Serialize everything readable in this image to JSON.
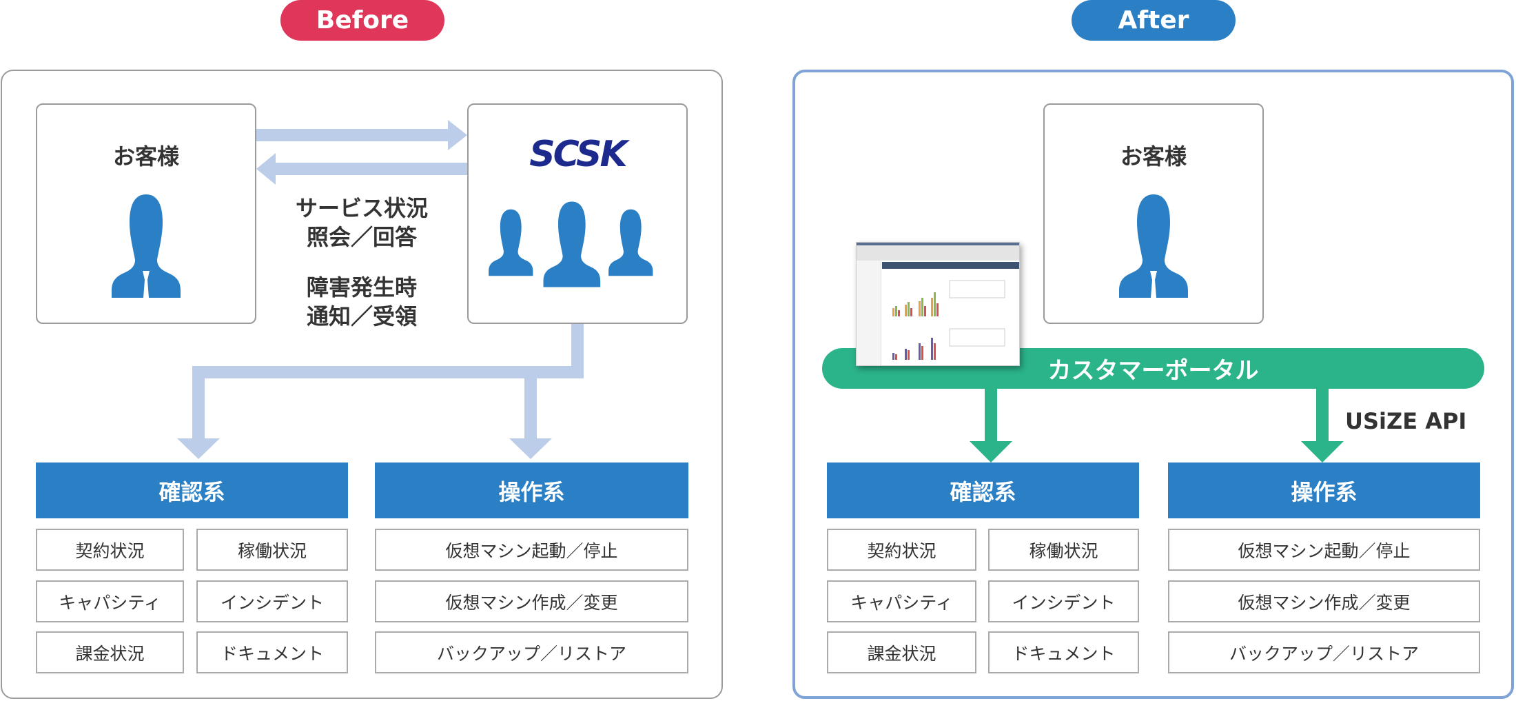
{
  "before": {
    "badge": "Before",
    "customer": "お客様",
    "provider_logo": "SCSK",
    "exchange_1": [
      "サービス状況",
      "照会／回答"
    ],
    "exchange_2": [
      "障害発生時",
      "通知／受領"
    ],
    "confirm": {
      "title": "確認系",
      "items": [
        "契約状況",
        "稼働状況",
        "キャパシティ",
        "インシデント",
        "課金状況",
        "ドキュメント"
      ]
    },
    "operate": {
      "title": "操作系",
      "items": [
        "仮想マシン起動／停止",
        "仮想マシン作成／変更",
        "バックアップ／リストア"
      ]
    }
  },
  "after": {
    "badge": "After",
    "customer": "お客様",
    "portal": "カスタマーポータル",
    "api_label": "USiZE API",
    "confirm": {
      "title": "確認系",
      "items": [
        "契約状況",
        "稼働状況",
        "キャパシティ",
        "インシデント",
        "課金状況",
        "ドキュメント"
      ]
    },
    "operate": {
      "title": "操作系",
      "items": [
        "仮想マシン起動／停止",
        "仮想マシン作成／変更",
        "バックアップ／リストア"
      ]
    }
  },
  "colors": {
    "before": "#e0365a",
    "after": "#2a7fc5",
    "portal": "#2bb38a",
    "arrow": "#bccde9",
    "logo": "#1c2a8e"
  }
}
